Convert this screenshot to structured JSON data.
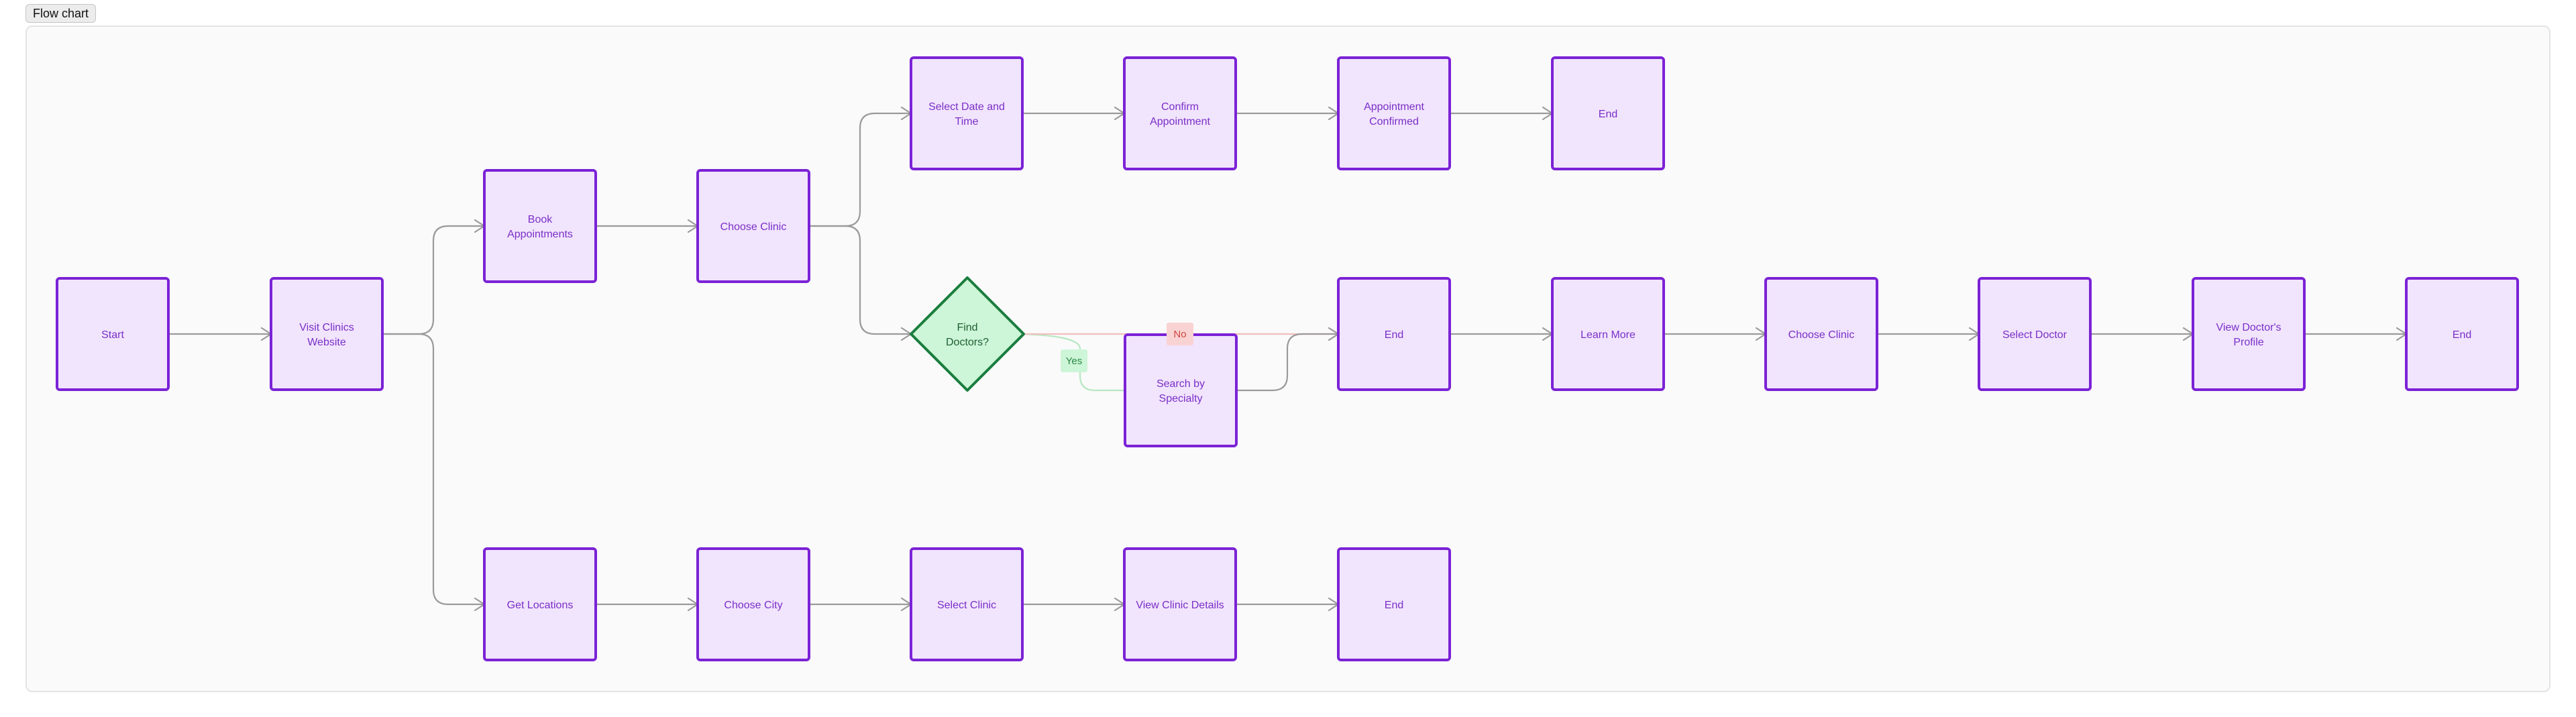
{
  "panel": {
    "tab_label": "Flow chart"
  },
  "colors": {
    "node_fill": "#f1e4fd",
    "node_stroke": "#7b22d6",
    "node_text": "#7a2fc7",
    "decision_fill": "#cdf5d7",
    "decision_stroke": "#1a7d3e",
    "decision_text": "#1e5e32",
    "edge": "#9a9a9a",
    "edge_yes": "#b7e7c2",
    "edge_no": "#f2bfbf",
    "yes_label_bg": "#cdf5d7",
    "yes_label_text": "#2b8a46",
    "no_label_bg": "#f9d3d3",
    "no_label_text": "#d0453e"
  },
  "diagram": {
    "nodes": [
      {
        "id": "start",
        "shape": "process",
        "lines": [
          "Start"
        ]
      },
      {
        "id": "visit",
        "shape": "process",
        "lines": [
          "Visit Clinics",
          "Website"
        ]
      },
      {
        "id": "book",
        "shape": "process",
        "lines": [
          "Book",
          "Appointments"
        ]
      },
      {
        "id": "choose_clinic_1",
        "shape": "process",
        "lines": [
          "Choose Clinic"
        ]
      },
      {
        "id": "select_datetime",
        "shape": "process",
        "lines": [
          "Select Date and",
          "Time"
        ]
      },
      {
        "id": "confirm_appt",
        "shape": "process",
        "lines": [
          "Confirm",
          "Appointment"
        ]
      },
      {
        "id": "appt_confirmed",
        "shape": "process",
        "lines": [
          "Appointment",
          "Confirmed"
        ]
      },
      {
        "id": "end_1",
        "shape": "process",
        "lines": [
          "End"
        ]
      },
      {
        "id": "find_doctors",
        "shape": "decision",
        "lines": [
          "Find",
          "Doctors?"
        ]
      },
      {
        "id": "search_specialty",
        "shape": "process",
        "lines": [
          "Search by",
          "Specialty"
        ]
      },
      {
        "id": "end_2",
        "shape": "process",
        "lines": [
          "End"
        ]
      },
      {
        "id": "learn_more",
        "shape": "process",
        "lines": [
          "Learn More"
        ]
      },
      {
        "id": "choose_clinic_2",
        "shape": "process",
        "lines": [
          "Choose Clinic"
        ]
      },
      {
        "id": "select_doctor",
        "shape": "process",
        "lines": [
          "Select Doctor"
        ]
      },
      {
        "id": "view_profile",
        "shape": "process",
        "lines": [
          "View Doctor's",
          "Profile"
        ]
      },
      {
        "id": "end_3",
        "shape": "process",
        "lines": [
          "End"
        ]
      },
      {
        "id": "get_locations",
        "shape": "process",
        "lines": [
          "Get Locations"
        ]
      },
      {
        "id": "choose_city",
        "shape": "process",
        "lines": [
          "Choose City"
        ]
      },
      {
        "id": "select_clinic",
        "shape": "process",
        "lines": [
          "Select Clinic"
        ]
      },
      {
        "id": "view_clinic_details",
        "shape": "process",
        "lines": [
          "View Clinic Details"
        ]
      },
      {
        "id": "end_4",
        "shape": "process",
        "lines": [
          "End"
        ]
      }
    ],
    "edges": [
      {
        "from": "start",
        "to": "visit"
      },
      {
        "from": "visit",
        "to": "book"
      },
      {
        "from": "visit",
        "to": "get_locations"
      },
      {
        "from": "book",
        "to": "choose_clinic_1"
      },
      {
        "from": "choose_clinic_1",
        "to": "select_datetime"
      },
      {
        "from": "choose_clinic_1",
        "to": "find_doctors"
      },
      {
        "from": "select_datetime",
        "to": "confirm_appt"
      },
      {
        "from": "confirm_appt",
        "to": "appt_confirmed"
      },
      {
        "from": "appt_confirmed",
        "to": "end_1"
      },
      {
        "from": "find_doctors",
        "to": "search_specialty",
        "label": "Yes",
        "kind": "yes"
      },
      {
        "from": "find_doctors",
        "to": "end_2",
        "label": "No",
        "kind": "no"
      },
      {
        "from": "search_specialty",
        "to": "end_2"
      },
      {
        "from": "end_2",
        "to": "learn_more"
      },
      {
        "from": "learn_more",
        "to": "choose_clinic_2"
      },
      {
        "from": "choose_clinic_2",
        "to": "select_doctor"
      },
      {
        "from": "select_doctor",
        "to": "view_profile"
      },
      {
        "from": "view_profile",
        "to": "end_3"
      },
      {
        "from": "get_locations",
        "to": "choose_city"
      },
      {
        "from": "choose_city",
        "to": "select_clinic"
      },
      {
        "from": "select_clinic",
        "to": "view_clinic_details"
      },
      {
        "from": "view_clinic_details",
        "to": "end_4"
      }
    ]
  }
}
